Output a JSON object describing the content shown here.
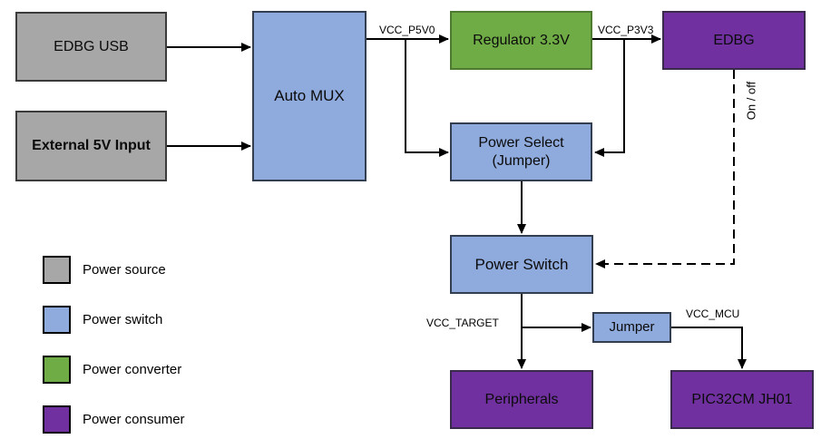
{
  "diagram": {
    "type": "block-diagram",
    "subject": "Power distribution block diagram",
    "blocks": {
      "edbg_usb": {
        "label": "EDBG USB",
        "role": "power source"
      },
      "external_5v": {
        "label": "External 5V Input",
        "role": "power source"
      },
      "auto_mux": {
        "label": "Auto MUX",
        "role": "power switch"
      },
      "regulator": {
        "label": "Regulator 3.3V",
        "role": "power converter"
      },
      "edbg": {
        "label": "EDBG",
        "role": "power consumer"
      },
      "power_select": {
        "label_line1": "Power Select",
        "label_line2": "(Jumper)",
        "role": "power switch"
      },
      "power_switch": {
        "label": "Power Switch",
        "role": "power switch"
      },
      "jumper": {
        "label": "Jumper",
        "role": "power switch"
      },
      "peripherals": {
        "label": "Peripherals",
        "role": "power consumer"
      },
      "pic32cm": {
        "label": "PIC32CM JH01",
        "role": "power consumer"
      }
    },
    "net_labels": {
      "vcc_p5v0": "VCC_P5V0",
      "vcc_p3v3": "VCC_P3V3",
      "on_off": "On / off",
      "vcc_target": "VCC_TARGET",
      "vcc_mcu": "VCC_MCU"
    },
    "legend": {
      "items": [
        {
          "label": "Power source",
          "color": "#a7a7a7"
        },
        {
          "label": "Power switch",
          "color": "#8faadc"
        },
        {
          "label": "Power converter",
          "color": "#6fac46"
        },
        {
          "label": "Power consumer",
          "color": "#7030a0"
        }
      ]
    },
    "colors": {
      "power_source_fill": "#a7a7a7",
      "power_switch_fill": "#8faadc",
      "power_converter_fill": "#6fac46",
      "power_consumer_fill": "#7030a0",
      "wire": "#000000",
      "background": "#ffffff"
    }
  }
}
